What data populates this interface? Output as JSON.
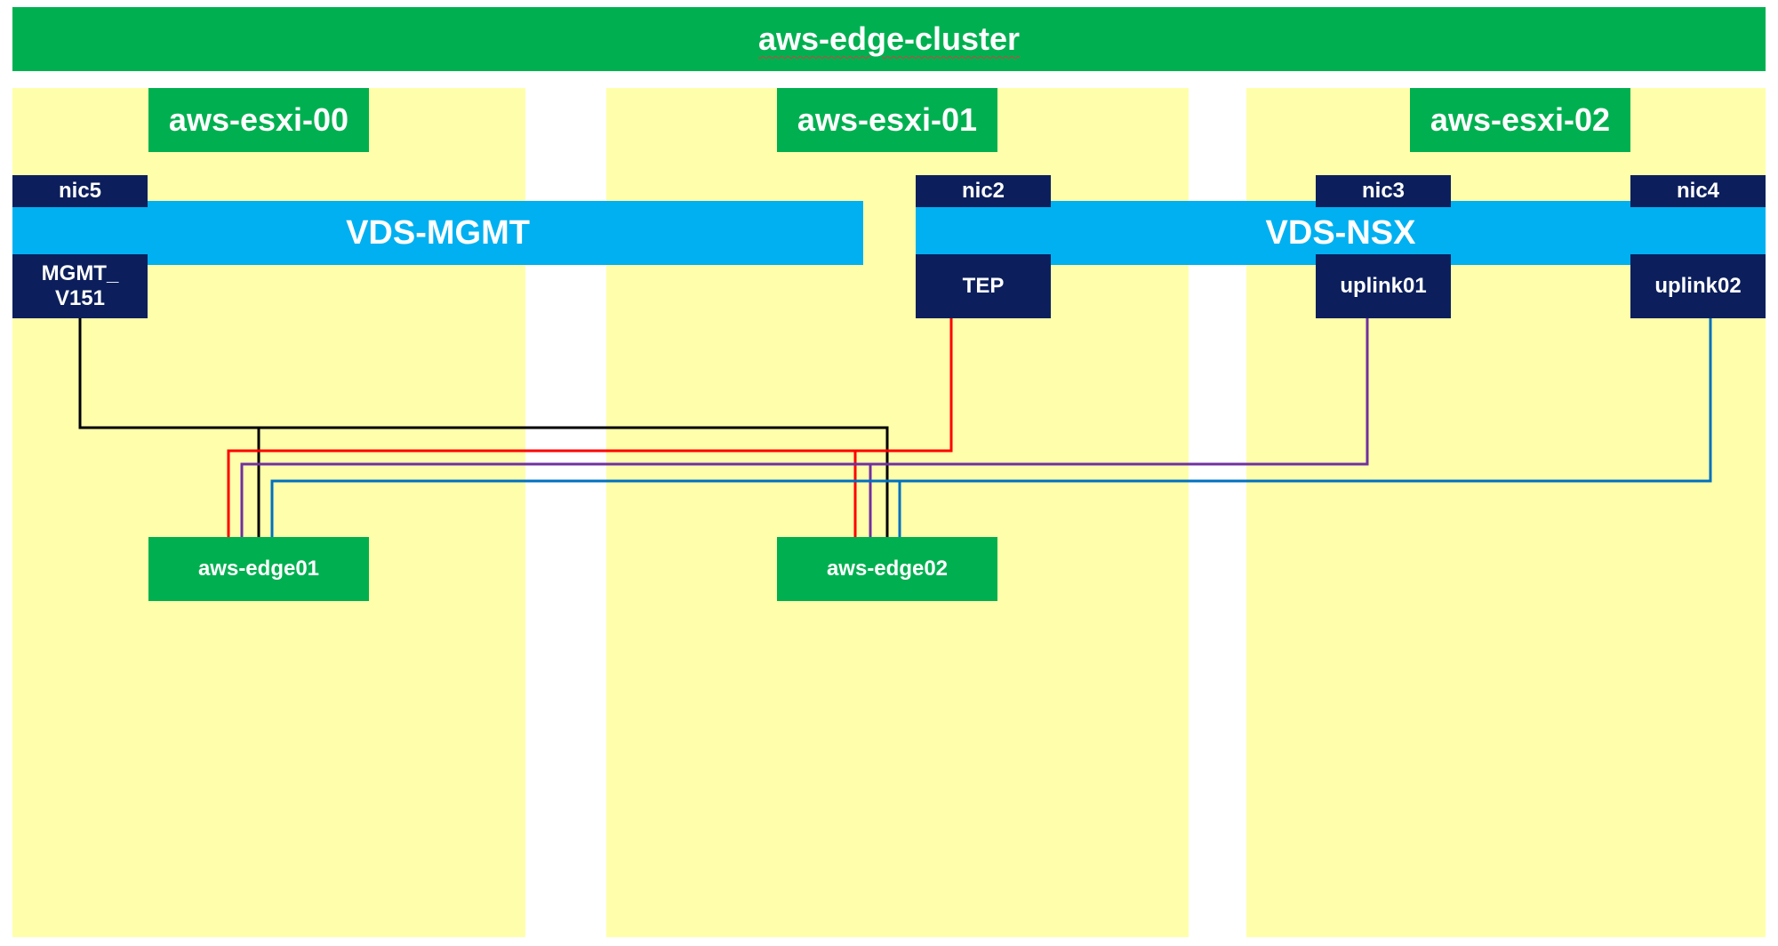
{
  "cluster": {
    "name": "aws-edge-cluster"
  },
  "hosts": [
    {
      "name": "aws-esxi-00"
    },
    {
      "name": "aws-esxi-01"
    },
    {
      "name": "aws-esxi-02"
    }
  ],
  "switches": [
    {
      "name": "VDS-MGMT"
    },
    {
      "name": "VDS-NSX"
    }
  ],
  "nics": [
    {
      "name": "nic5"
    },
    {
      "name": "nic2"
    },
    {
      "name": "nic3"
    },
    {
      "name": "nic4"
    }
  ],
  "portgroups": [
    {
      "name": "MGMT_\nV151"
    },
    {
      "name": "TEP"
    },
    {
      "name": "uplink01"
    },
    {
      "name": "uplink02"
    }
  ],
  "edges": [
    {
      "name": "aws-edge01"
    },
    {
      "name": "aws-edge02"
    }
  ],
  "colors": {
    "cluster_green": "#00B050",
    "host_yellow": "#FFFFAB",
    "vds_blue": "#00B0F0",
    "nic_navy": "#0C1F5C",
    "mgmt_link": "#000000",
    "tep_link": "#FF0000",
    "uplink01_link": "#7030A0",
    "uplink02_link": "#0070C0"
  }
}
